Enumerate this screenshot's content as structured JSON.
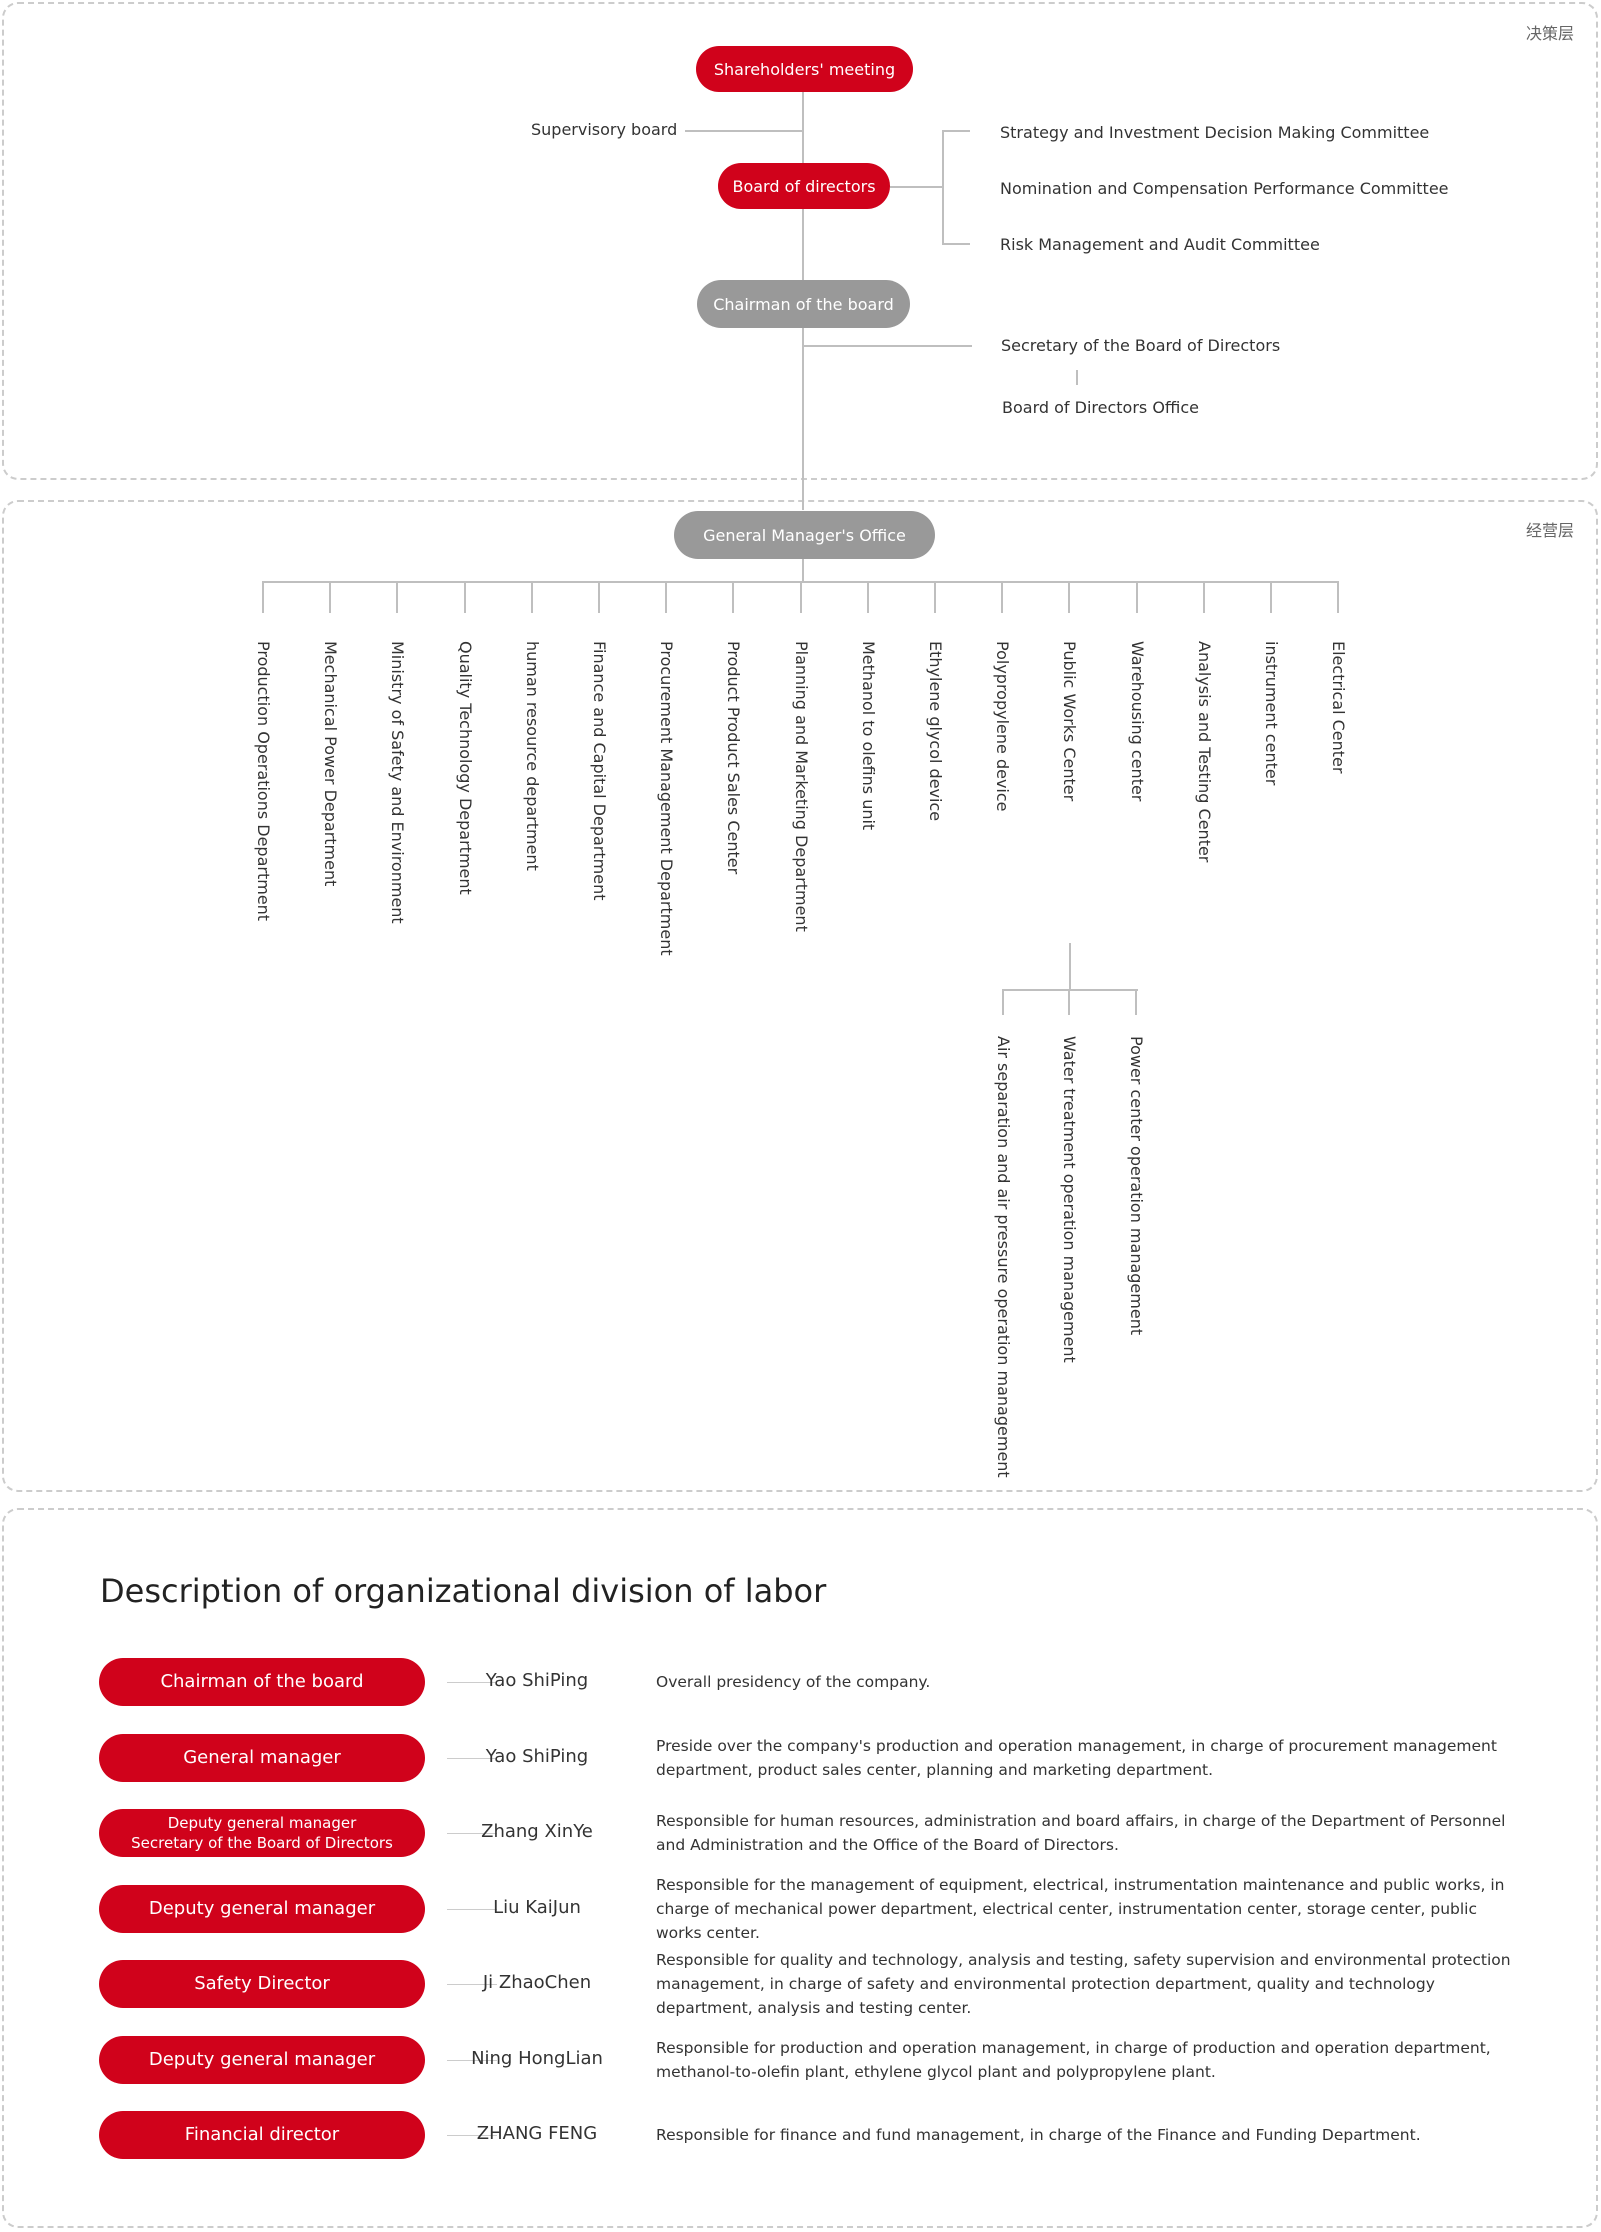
{
  "layers": {
    "decision": "决策层",
    "operation": "经营层"
  },
  "decision": {
    "shareholders": "Shareholders' meeting",
    "supervisory": "Supervisory board",
    "board": "Board of directors",
    "committees": [
      "Strategy and Investment Decision Making Committee",
      "Nomination and Compensation Performance Committee",
      "Risk Management and Audit Committee"
    ],
    "chairman": "Chairman of the board",
    "secretary": "Secretary of the Board of Directors",
    "office": "Board of Directors Office"
  },
  "operation": {
    "gm_office": "General Manager's Office",
    "departments": [
      "Production Operations Department",
      "Mechanical Power Department",
      "Ministry of Safety and Environment",
      "Quality Technology Department",
      "human resource department",
      "Finance and Capital Department",
      "Procurement Management Department",
      "Product Product Sales Center",
      "Planning and Marketing Department",
      "Methanol to olefins unit",
      "Ethylene glycol device",
      "Polypropylene device",
      "Public Works Center",
      "Warehousing center",
      "Analysis and Testing Center",
      "instrument center",
      "Electrical Center"
    ],
    "sub_units": [
      "Air separation and air pressure operation management",
      "Water treatment operation management",
      "Power center operation management"
    ]
  },
  "description": {
    "title": "Description of organizational division of labor",
    "rows": [
      {
        "role": "Chairman of the board",
        "person": "Yao ShiPing",
        "duty": "Overall presidency of the company."
      },
      {
        "role": "General manager",
        "person": "Yao ShiPing",
        "duty": "Preside over the company's production and operation management, in charge of procurement management department, product sales center, planning and marketing department."
      },
      {
        "role": "Deputy general manager\nSecretary of the Board of Directors",
        "person": "Zhang XinYe",
        "duty": "Responsible for human resources, administration and board affairs, in charge of the Department of Personnel and Administration and the Office of the Board of Directors."
      },
      {
        "role": "Deputy general manager",
        "person": "Liu KaiJun",
        "duty": "Responsible for the management of equipment, electrical, instrumentation maintenance and public works, in charge of mechanical power department, electrical center, instrumentation center, storage center, public works center."
      },
      {
        "role": "Safety Director",
        "person": "Ji ZhaoChen",
        "duty": "Responsible for quality and technology, analysis and testing, safety supervision and environmental protection management, in charge of safety and environmental protection department, quality and technology department, analysis and testing center."
      },
      {
        "role": "Deputy general manager",
        "person": "Ning HongLian",
        "duty": "Responsible for production and operation management, in charge of production and operation department, methanol-to-olefin plant, ethylene glycol plant and polypropylene plant."
      },
      {
        "role": "Financial director",
        "person": "ZHANG FENG",
        "duty": "Responsible for finance and fund management, in charge of the Finance and Funding Department."
      }
    ]
  },
  "colors": {
    "accent": "#d0021b",
    "node_gray": "#999999",
    "line": "#bfbfbf",
    "border": "#cccccc"
  }
}
